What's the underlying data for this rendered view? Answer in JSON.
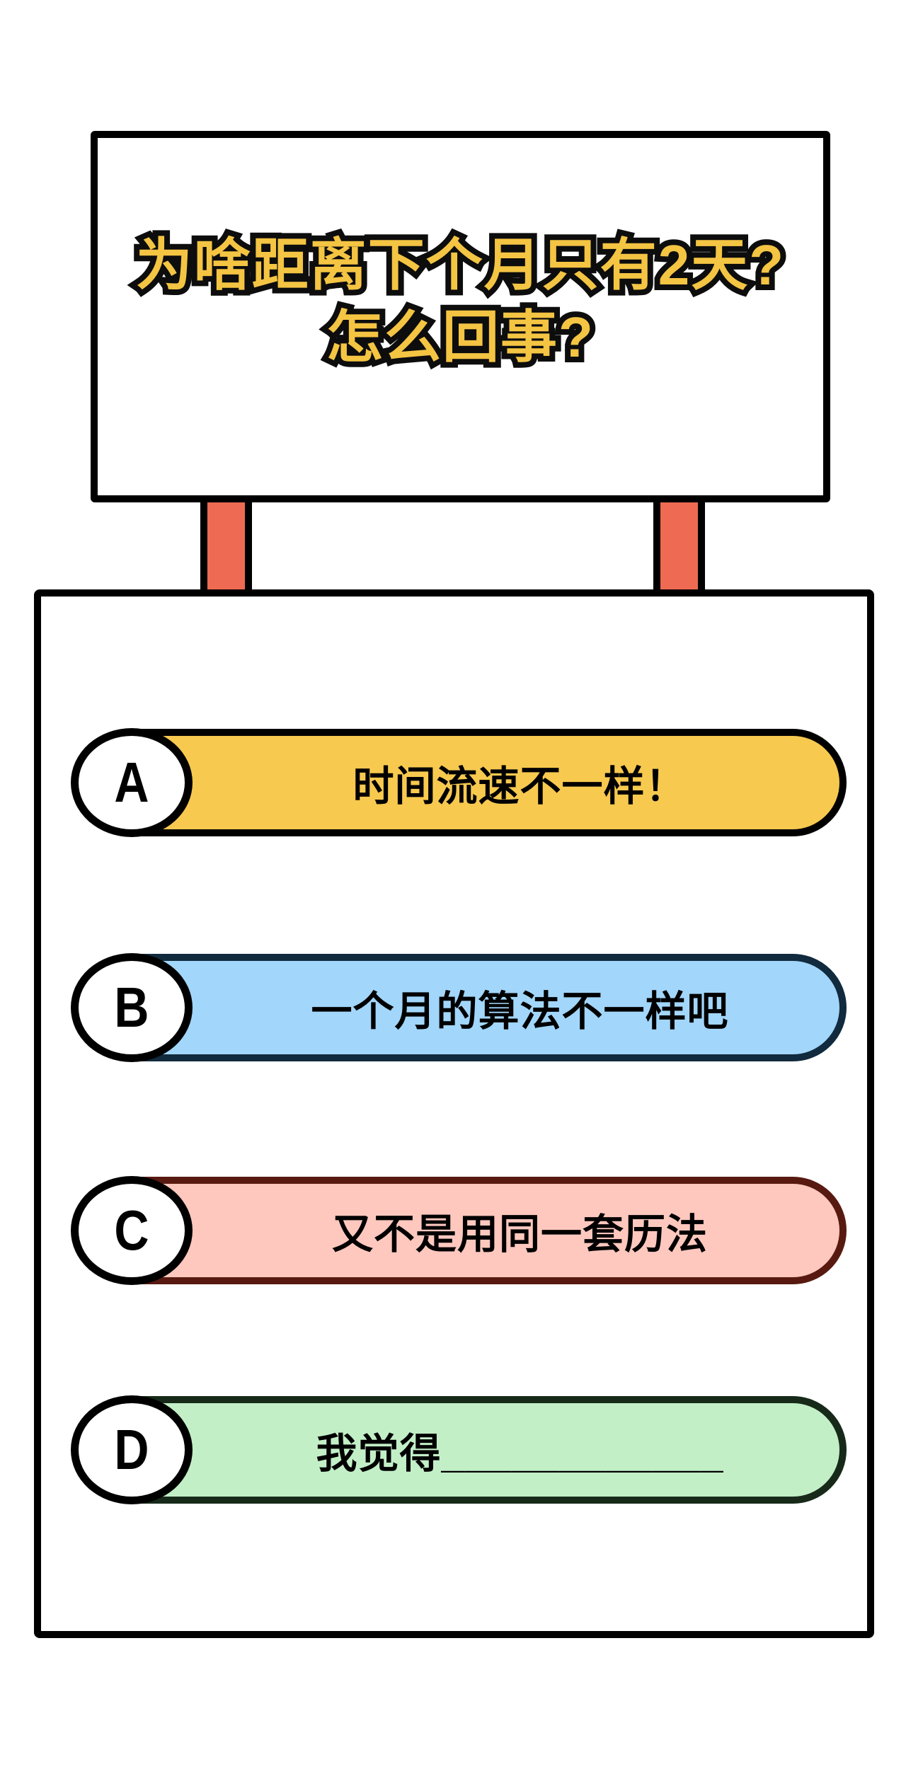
{
  "sign": {
    "title_line1": "为啥距离下个月只有2天?",
    "title_line2": "怎么回事?",
    "text_color": "#F4C443",
    "outline_color": "#0d0d0d",
    "background": "#ffffff",
    "border_color": "#000000"
  },
  "posts": {
    "fill_color": "#EE6A52",
    "border_color": "#000000"
  },
  "panel": {
    "background": "#ffffff",
    "border_color": "#000000"
  },
  "options": [
    {
      "letter": "A",
      "label": "时间流速不一样！",
      "fill": "#F7C94F",
      "border": "#000000"
    },
    {
      "letter": "B",
      "label": "一个月的算法不一样吧",
      "fill": "#A2D6FA",
      "border": "#112A3D"
    },
    {
      "letter": "C",
      "label": "又不是用同一套历法",
      "fill": "#FEC8BE",
      "border": "#581A10"
    },
    {
      "letter": "D",
      "label": "我觉得____________",
      "fill": "#C3EFC7",
      "border": "#172A19"
    }
  ]
}
